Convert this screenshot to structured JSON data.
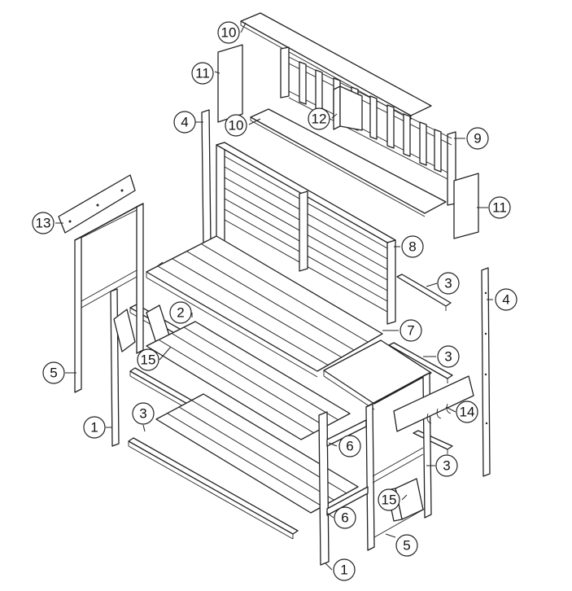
{
  "callouts": [
    {
      "label": "10"
    },
    {
      "label": "11"
    },
    {
      "label": "10"
    },
    {
      "label": "12"
    },
    {
      "label": "9"
    },
    {
      "label": "4"
    },
    {
      "label": "11"
    },
    {
      "label": "13"
    },
    {
      "label": "8"
    },
    {
      "label": "3"
    },
    {
      "label": "4"
    },
    {
      "label": "2"
    },
    {
      "label": "7"
    },
    {
      "label": "15"
    },
    {
      "label": "3"
    },
    {
      "label": "5"
    },
    {
      "label": "14"
    },
    {
      "label": "3"
    },
    {
      "label": "1"
    },
    {
      "label": "6"
    },
    {
      "label": "3"
    },
    {
      "label": "15"
    },
    {
      "label": "6"
    },
    {
      "label": "5"
    },
    {
      "label": "1"
    }
  ]
}
